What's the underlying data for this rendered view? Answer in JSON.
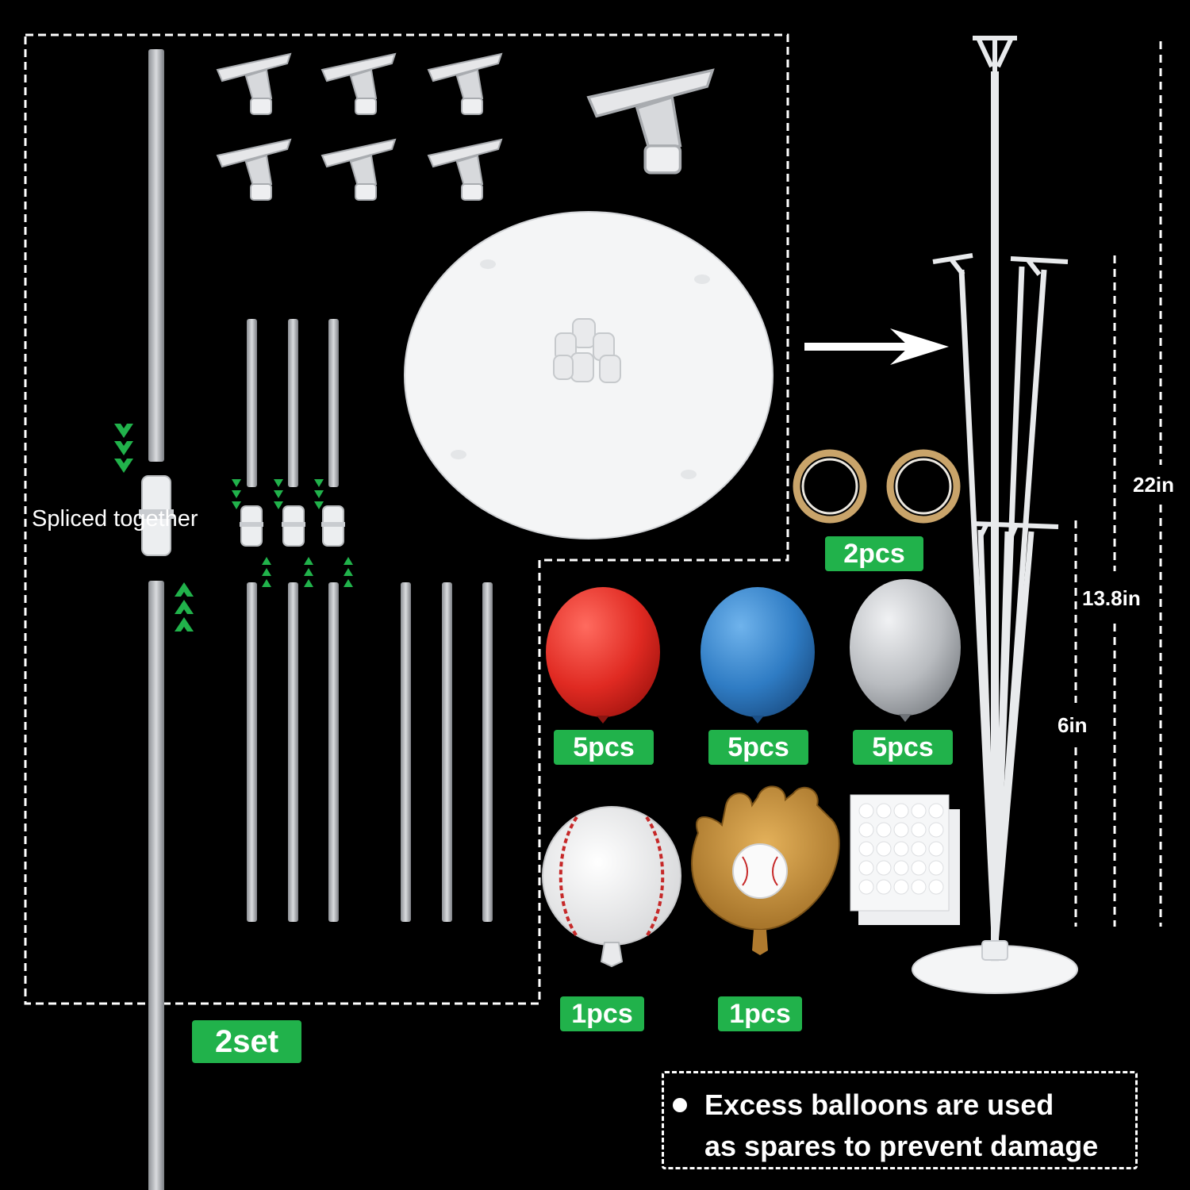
{
  "labels": {
    "spliced": "Spliced together",
    "set_count": "2set",
    "tape_count": "2pcs",
    "red_count": "5pcs",
    "blue_count": "5pcs",
    "silver_count": "5pcs",
    "baseball_count": "1pcs",
    "glove_count": "1pcs",
    "dim_total": "22in",
    "dim_mid": "13.8in",
    "dim_low": "6in"
  },
  "note": {
    "line1": "Excess balloons are used",
    "line2": "as spares to prevent damage"
  },
  "colors": {
    "background": "#000000",
    "badge": "#21b24b",
    "arrows": "#21b24b",
    "red_balloon": "#e02a22",
    "blue_balloon": "#2f7cc4",
    "silver_balloon": "#b9bcc0",
    "tape": "#c9a46a"
  }
}
